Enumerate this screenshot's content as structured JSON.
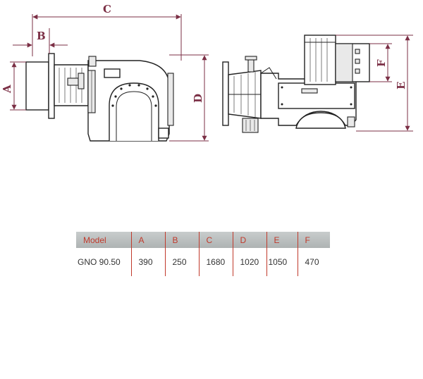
{
  "diagram": {
    "labels": {
      "A": "A",
      "B": "B",
      "C": "C",
      "D": "D",
      "E": "E",
      "F": "F"
    }
  },
  "table": {
    "headers": [
      "Model",
      "A",
      "B",
      "C",
      "D",
      "E",
      "F"
    ],
    "rows": [
      [
        "GNO 90.50",
        "390",
        "250",
        "1680",
        "1020",
        "1050",
        "470"
      ]
    ]
  },
  "colors": {
    "dimension": "#7b2f45",
    "header_text": "#c0392b",
    "header_bg": "#b9bdbd"
  }
}
